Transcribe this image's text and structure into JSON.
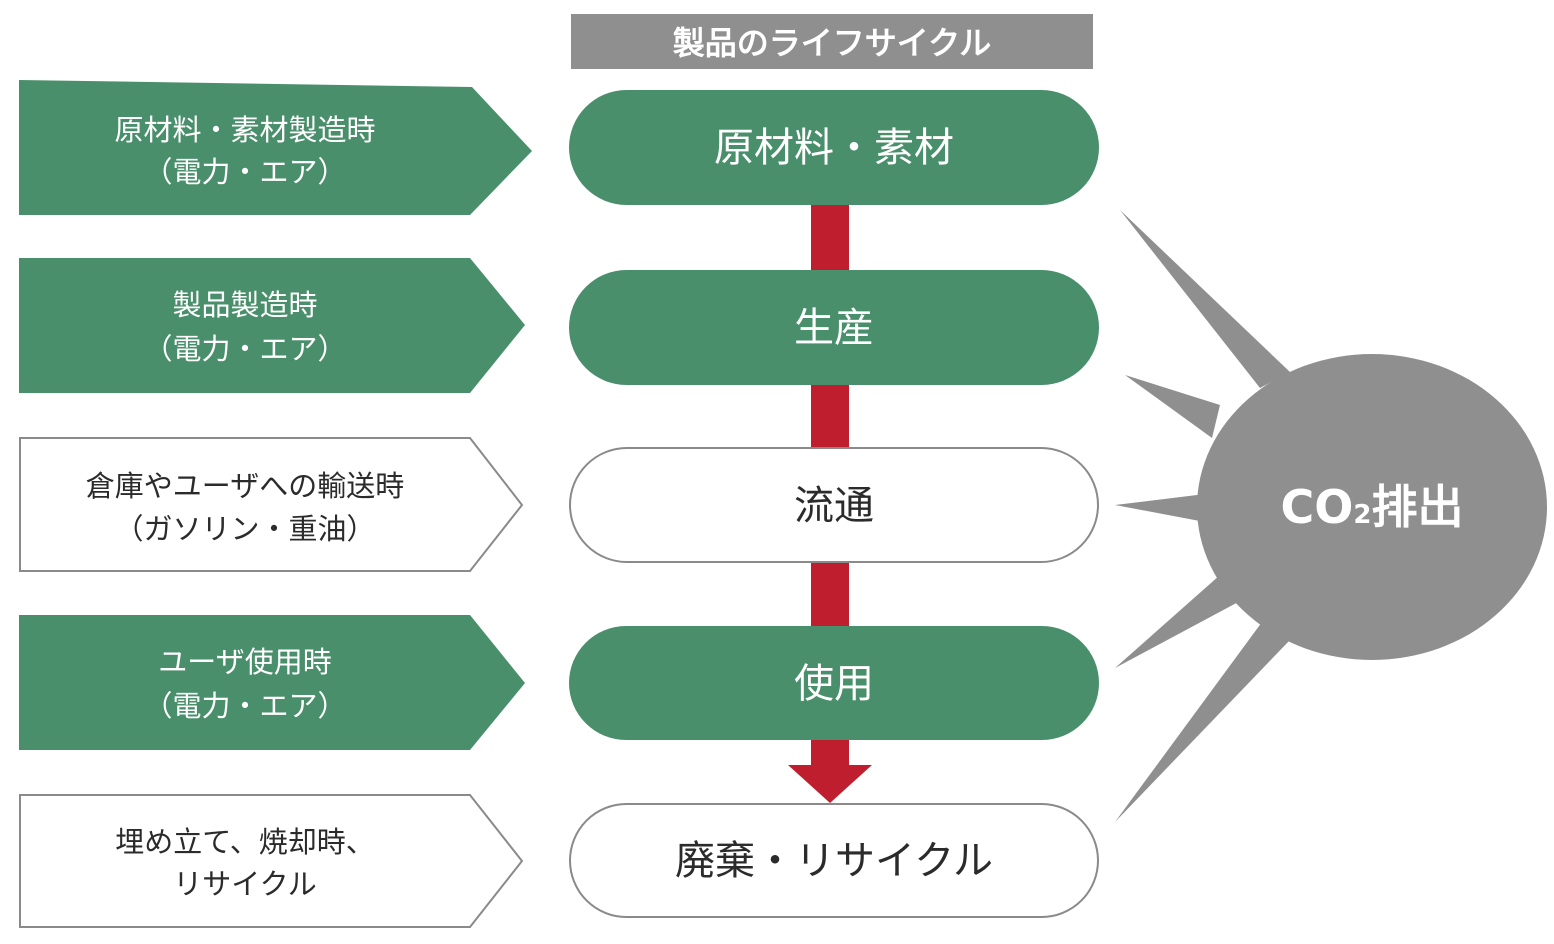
{
  "title": "製品のライフサイクル",
  "colors": {
    "green": "#4a8f6b",
    "red": "#be1e2d",
    "gray": "#8f8f8f",
    "outline": "#8a8a8a",
    "text_dark": "#2b2b2b",
    "text_light": "#ffffff"
  },
  "sources": [
    {
      "line1": "原材料・素材製造時",
      "line2": "（電力・エア）",
      "style": "filled"
    },
    {
      "line1": "製品製造時",
      "line2": "（電力・エア）",
      "style": "filled"
    },
    {
      "line1": "倉庫やユーザへの輸送時",
      "line2": "（ガソリン・重油）",
      "style": "outline"
    },
    {
      "line1": "ユーザ使用時",
      "line2": "（電力・エア）",
      "style": "filled"
    },
    {
      "line1": "埋め立て、焼却時、",
      "line2": "リサイクル",
      "style": "outline"
    }
  ],
  "stages": [
    {
      "label": "原材料・素材",
      "style": "filled"
    },
    {
      "label": "生産",
      "style": "filled"
    },
    {
      "label": "流通",
      "style": "outline"
    },
    {
      "label": "使用",
      "style": "filled"
    },
    {
      "label": "廃棄・リサイクル",
      "style": "outline"
    }
  ],
  "emission": {
    "prefix": "CO",
    "subscript": "2",
    "suffix": "排出"
  }
}
